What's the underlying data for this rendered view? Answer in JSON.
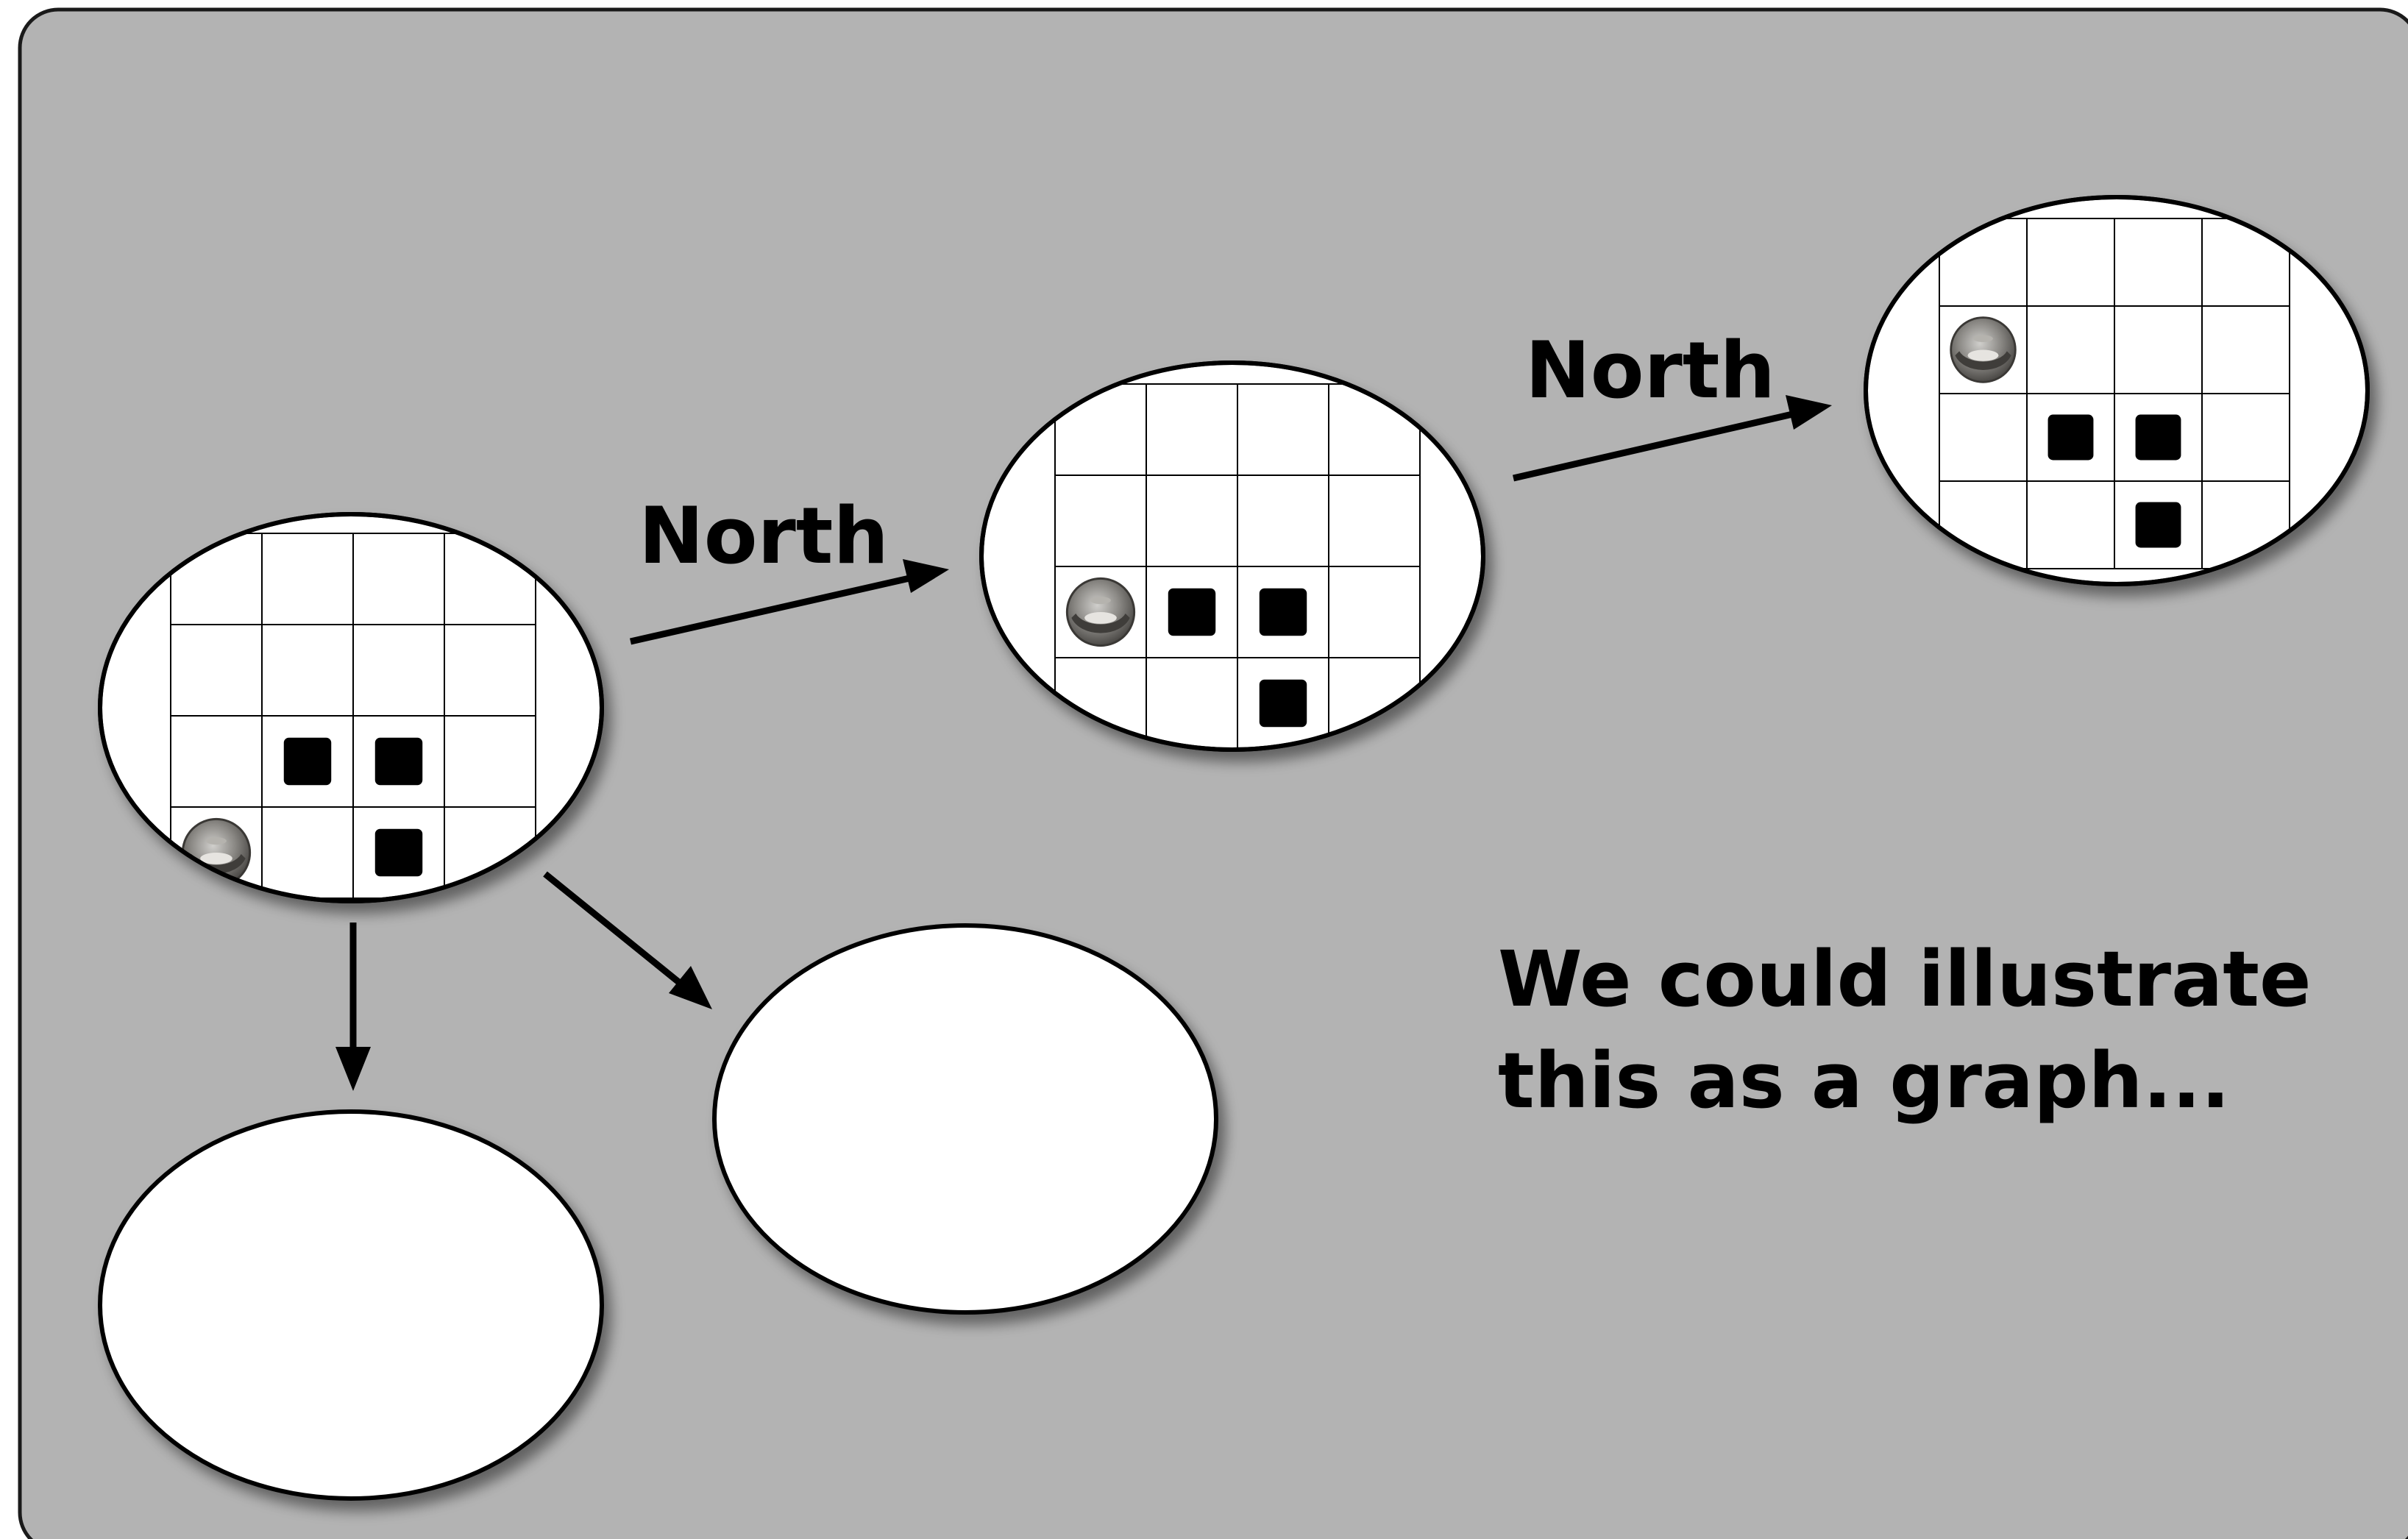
{
  "edges": [
    {
      "id": "start-to-mid",
      "label": "North"
    },
    {
      "id": "mid-to-top",
      "label": "North"
    },
    {
      "id": "start-to-empty-right",
      "label": ""
    },
    {
      "id": "start-to-empty-below",
      "label": ""
    }
  ],
  "states": [
    {
      "id": "start",
      "grid": {
        "cols": 4,
        "rows": 4
      },
      "robot": [
        0,
        3
      ],
      "blocks": [
        [
          1,
          2
        ],
        [
          2,
          2
        ],
        [
          2,
          3
        ]
      ]
    },
    {
      "id": "mid",
      "grid": {
        "cols": 4,
        "rows": 4
      },
      "robot": [
        0,
        2
      ],
      "blocks": [
        [
          1,
          2
        ],
        [
          2,
          2
        ],
        [
          2,
          3
        ]
      ]
    },
    {
      "id": "top",
      "grid": {
        "cols": 4,
        "rows": 4
      },
      "robot": [
        0,
        1
      ],
      "blocks": [
        [
          1,
          2
        ],
        [
          2,
          2
        ],
        [
          2,
          3
        ]
      ]
    },
    {
      "id": "empty-right",
      "grid": null
    },
    {
      "id": "empty-below",
      "grid": null
    }
  ],
  "caption": {
    "line1": "We could illustrate",
    "line2": "this as a graph..."
  },
  "colors": {
    "background": "#b3b3b3",
    "node_fill": "#ffffff",
    "stroke": "#000000",
    "block": "#000000"
  },
  "icons": {
    "robot": "robot-vacuum-icon"
  }
}
